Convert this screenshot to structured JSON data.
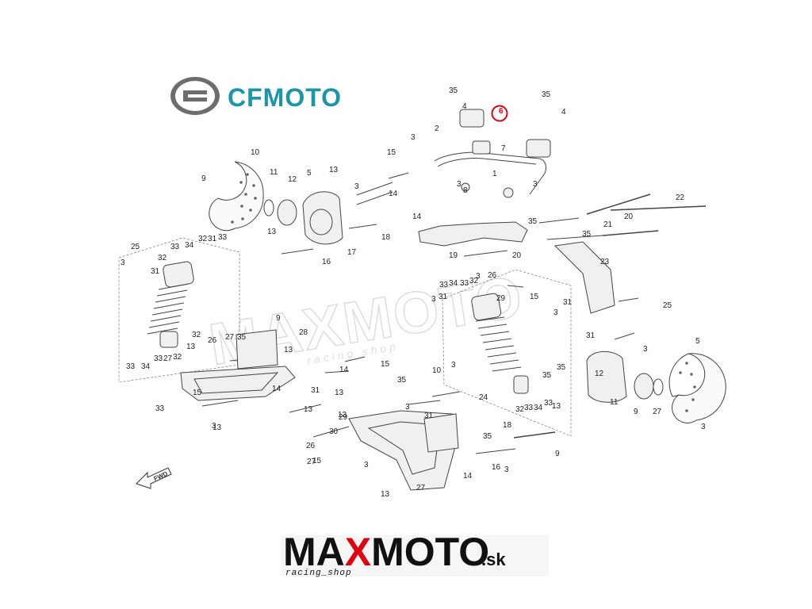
{
  "brand": {
    "name": "CFMOTO"
  },
  "watermark": {
    "name": "MAXMOTO",
    "sub": "racing shop"
  },
  "footer_logo": {
    "main": "MAXMOTO",
    "highlight": "X",
    "part1": "MA",
    "part2": "MOTO",
    "suffix": ".sk",
    "sub": "racing_shop"
  },
  "direction_marker": {
    "label": "FWD"
  },
  "highlight": {
    "part_number": "6",
    "color": "#e10010"
  },
  "callouts": [
    "35",
    "4",
    "35",
    "4",
    "6",
    "7",
    "2",
    "3",
    "15",
    "1",
    "3",
    "8",
    "10",
    "9",
    "11",
    "12",
    "5",
    "13",
    "3",
    "14",
    "14",
    "18",
    "3",
    "22",
    "20",
    "21",
    "35",
    "19",
    "35",
    "17",
    "16",
    "13",
    "25",
    "3",
    "34",
    "33",
    "32",
    "31",
    "33",
    "32",
    "31",
    "20",
    "3",
    "23",
    "33",
    "34",
    "33",
    "32",
    "31",
    "3",
    "26",
    "15",
    "25",
    "3",
    "31",
    "29",
    "9",
    "28",
    "26",
    "27",
    "35",
    "13",
    "14",
    "13",
    "10",
    "5",
    "3",
    "31",
    "32",
    "33",
    "34",
    "33",
    "27",
    "32",
    "33",
    "13",
    "31",
    "14",
    "15",
    "13",
    "15",
    "3",
    "26",
    "24",
    "35",
    "12",
    "11",
    "9",
    "27",
    "3",
    "14",
    "13",
    "35",
    "3",
    "13",
    "15",
    "16",
    "18",
    "9",
    "35",
    "29",
    "31",
    "32",
    "33",
    "34",
    "33",
    "13",
    "35",
    "30",
    "3",
    "27",
    "13",
    "3",
    "27",
    "3"
  ]
}
